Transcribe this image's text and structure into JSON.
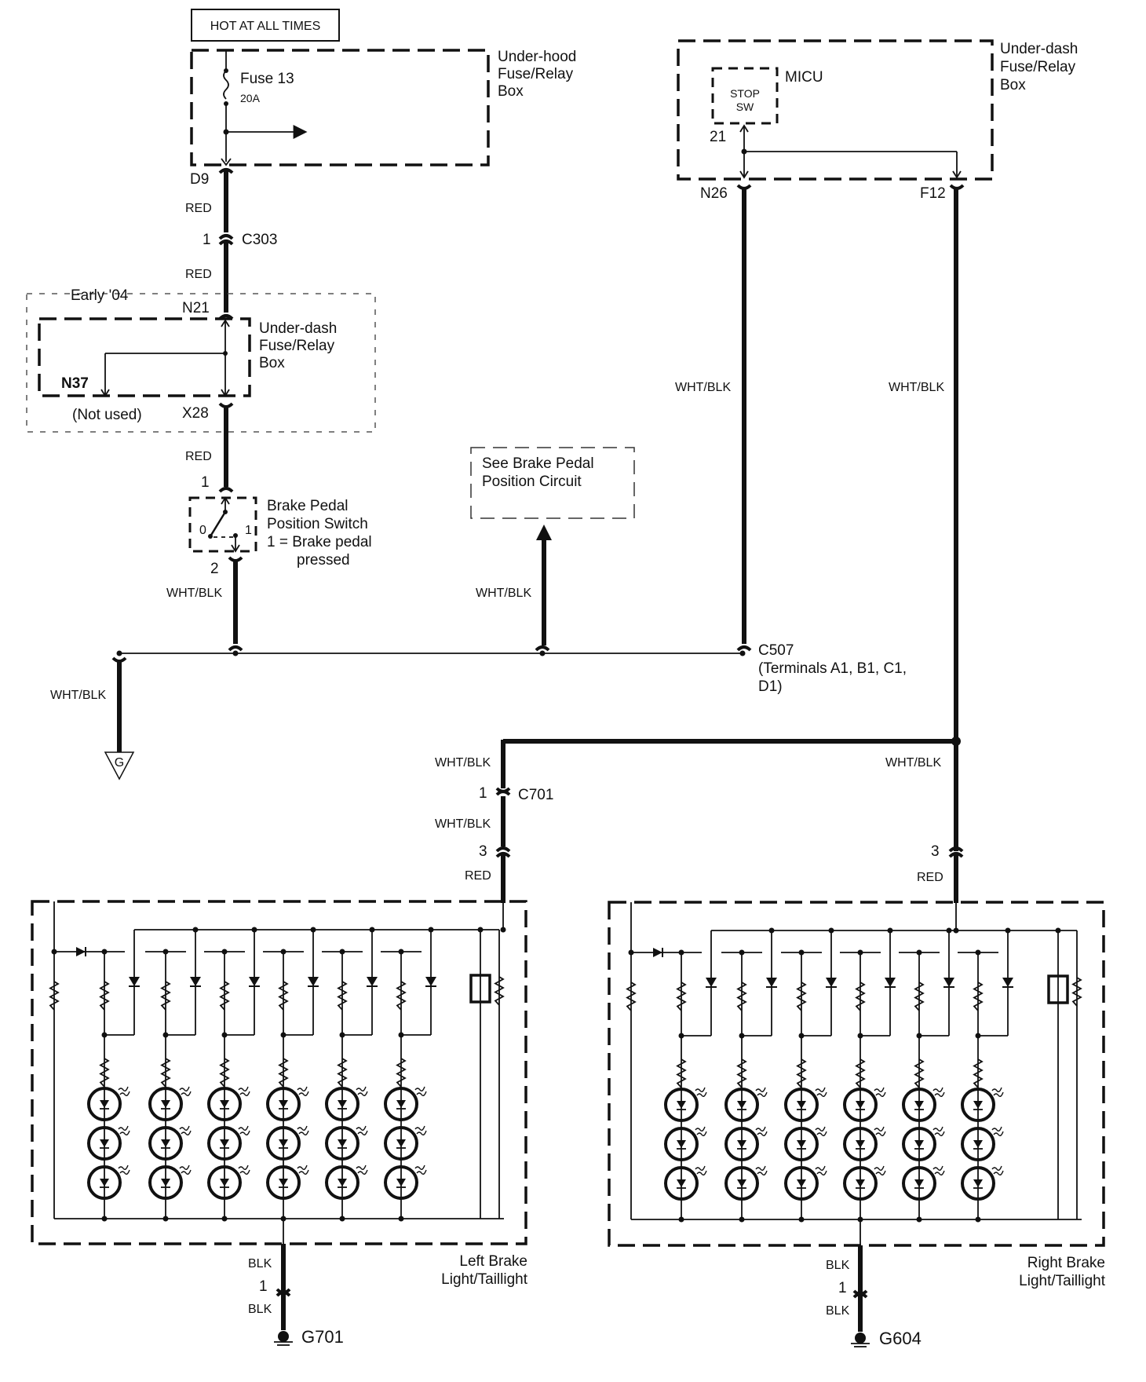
{
  "diagram": {
    "title": "Brake Light / Taillight Circuit",
    "source": {
      "label": "HOT AT ALL TIMES"
    },
    "underhood_box": {
      "name_lines": [
        "Under-hood",
        "Fuse/Relay",
        "Box"
      ],
      "fuse_name": "Fuse 13",
      "fuse_rating": "20A",
      "terminal": "D9"
    },
    "wire_colors": {
      "red": "RED",
      "wht_blk": "WHT/BLK",
      "blk": "BLK"
    },
    "c303": {
      "name": "C303",
      "pin": "1"
    },
    "early04": {
      "label": "Early '04",
      "box_name_lines": [
        "Under-dash",
        "Fuse/Relay",
        "Box"
      ],
      "terminal_in": "N21",
      "terminal_unused": "N37",
      "unused_note": "(Not used)",
      "terminal_out": "X28"
    },
    "brake_switch": {
      "name_lines": [
        "Brake Pedal",
        "Position Switch",
        "1 = Brake pedal",
        "pressed"
      ],
      "pin_in": "1",
      "pin_out": "2",
      "pos_off": "0",
      "pos_on": "1"
    },
    "ref_box": {
      "lines": [
        "See Brake Pedal",
        "Position Circuit"
      ]
    },
    "c507": {
      "name": "C507",
      "detail_lines": [
        "(Terminals A1, B1, C1,",
        "D1)"
      ]
    },
    "ground_ref": {
      "label": "G"
    },
    "underdash_box": {
      "name_lines": [
        "Under-dash",
        "Fuse/Relay",
        "Box"
      ],
      "module": "MICU",
      "switch_lines": [
        "STOP",
        "SW"
      ],
      "pin": "21",
      "terminal_left": "N26",
      "terminal_right": "F12"
    },
    "c701": {
      "name": "C701",
      "pin": "1"
    },
    "left_light": {
      "name_lines": [
        "Left Brake",
        "Light/Taillight"
      ],
      "pin_in": "3",
      "pin_ground": "1",
      "ground": "G701",
      "led_strings": 6,
      "leds_per_string": 3
    },
    "right_light": {
      "name_lines": [
        "Right Brake",
        "Light/Taillight"
      ],
      "pin_in": "3",
      "pin_ground": "1",
      "ground": "G604",
      "led_strings": 6,
      "leds_per_string": 3
    }
  }
}
